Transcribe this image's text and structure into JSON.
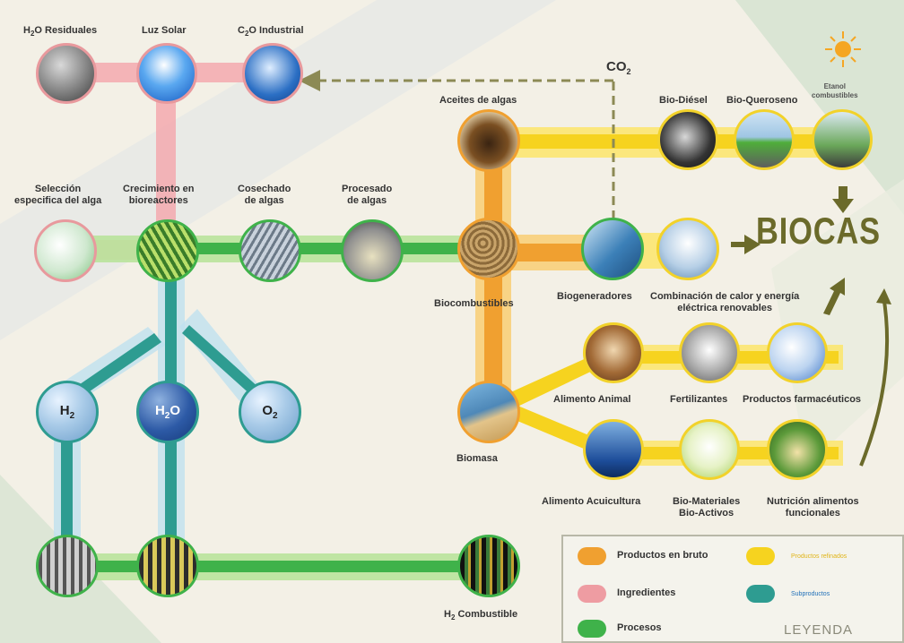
{
  "co2": {
    "label": "CO",
    "sub": "2"
  },
  "biocas": "BIOCAS",
  "labels": {
    "h2o_residuales": {
      "pre": "H",
      "sub": "2",
      "post": "O Residuales"
    },
    "luz_solar": "Luz Solar",
    "c2o_industrial": {
      "pre": "C",
      "sub": "2",
      "post": "O Industrial"
    },
    "aceites_algas": "Aceites de algas",
    "bio_diesel": "Bio-Diésel",
    "bio_queroseno": "Bio-Queroseno",
    "etanol": [
      "Etanol",
      "combustibles"
    ],
    "seleccion": [
      "Selección",
      "especifica del alga"
    ],
    "crecimiento": [
      "Crecimiento en",
      "bioreactores"
    ],
    "cosechado": [
      "Cosechado",
      "de algas"
    ],
    "procesado": [
      "Procesado",
      "de algas"
    ],
    "biocombustibles": "Biocombustibles",
    "biogeneradores": "Biogeneradores",
    "combinacion": [
      "Combinación de calor y energía",
      "eléctrica renovables"
    ],
    "alimento_animal": "Alimento Animal",
    "fertilizantes": "Fertilizantes",
    "farmaceuticos": "Productos farmacéuticos",
    "biomasa": "Biomasa",
    "acuicultura": "Alimento Acuicultura",
    "biomateriales": [
      "Bio-Materiales",
      "Bio-Activos"
    ],
    "nutricion": [
      "Nutrición alimentos",
      "funcionales"
    ],
    "h2_combustible": {
      "pre": "H",
      "sub": "2",
      "post": " Combustible"
    }
  },
  "bubbles": {
    "h2": {
      "pre": "H",
      "sub": "2",
      "post": ""
    },
    "h2o": {
      "pre": "H",
      "sub": "2",
      "post": "O"
    },
    "o2": {
      "pre": "O",
      "sub": "2",
      "post": ""
    }
  },
  "legend": {
    "items": [
      {
        "label": "Productos en bruto",
        "color": "#f0a030"
      },
      {
        "label": "Ingredientes",
        "color": "#ee9ca2"
      },
      {
        "label": "Procesos",
        "color": "#3fb24a"
      },
      {
        "label": "Productos refinados",
        "color": "#f6d31f"
      },
      {
        "label": "Subproductos",
        "color": "#2e9c91"
      }
    ],
    "title": "LEYENDA"
  },
  "colors": {
    "raw": "#f0a030",
    "ingredient": "#ee9ca2",
    "process": "#3fb24a",
    "refined": "#f6d31f",
    "byproduct": "#2e9c91",
    "arrow": "#7a7a40"
  }
}
